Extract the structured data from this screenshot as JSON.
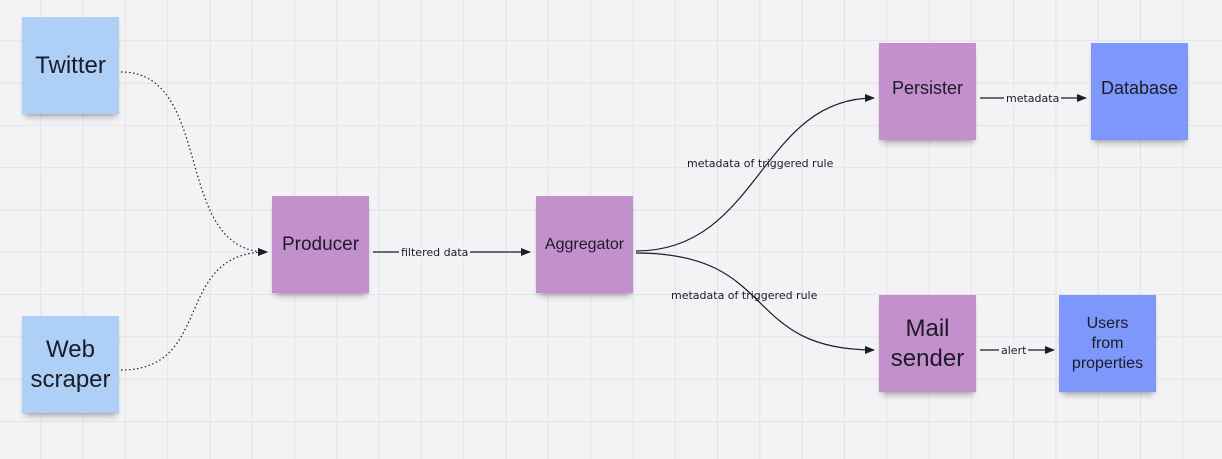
{
  "colors": {
    "source_note": "#aed0f6",
    "process_note": "#c38fcc",
    "sink_note": "#7d98fa",
    "connector": "#1c1c28"
  },
  "nodes": {
    "twitter": {
      "label": "Twitter"
    },
    "web_scraper": {
      "label": "Web\nscraper"
    },
    "producer": {
      "label": "Producer"
    },
    "aggregator": {
      "label": "Aggregator"
    },
    "persister": {
      "label": "Persister"
    },
    "mail_sender": {
      "label": "Mail\nsender"
    },
    "database": {
      "label": "Database"
    },
    "users": {
      "label": "Users\nfrom\nproperties"
    }
  },
  "edges": {
    "producer_to_aggregator": {
      "label": "filtered data"
    },
    "aggregator_to_persister": {
      "label": "metadata of triggered rule"
    },
    "aggregator_to_mail_sender": {
      "label": "metadata of triggered rule"
    },
    "persister_to_database": {
      "label": "metadata"
    },
    "mail_sender_to_users": {
      "label": "alert"
    }
  }
}
